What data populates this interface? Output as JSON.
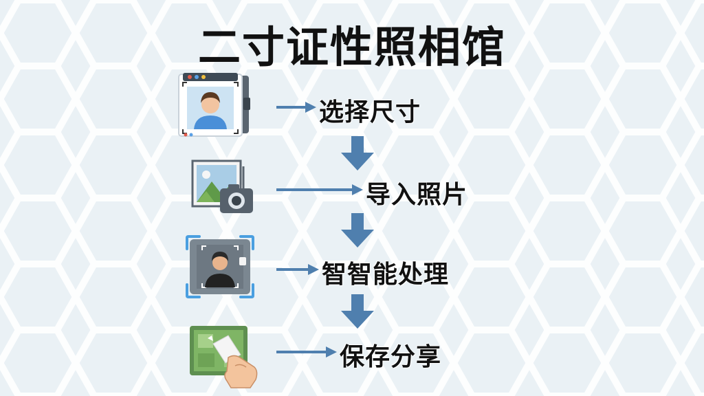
{
  "title": "二寸证性照相馆",
  "steps": [
    {
      "label": "选择尺寸",
      "icon": "photo-frame-portrait-icon"
    },
    {
      "label": "导入照片",
      "icon": "landscape-camera-icon"
    },
    {
      "label": "智智能处理",
      "icon": "face-scan-icon"
    },
    {
      "label": "保存分享",
      "icon": "hand-holding-photo-icon"
    }
  ],
  "colors": {
    "arrow": "#4f7fae",
    "background": "#eef4f7",
    "title": "#111111"
  }
}
